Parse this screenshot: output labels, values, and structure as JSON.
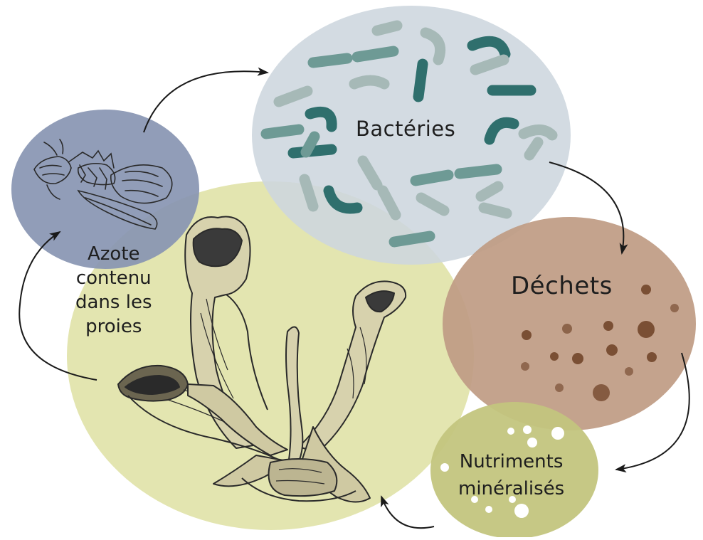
{
  "labels": {
    "bacteries": "Bactéries",
    "dechets": "Déchets",
    "azote": [
      "Azote",
      "contenu",
      "dans les",
      "proies"
    ],
    "nutriments": [
      "Nutriments",
      "minéralisés"
    ]
  },
  "colors": {
    "plant_circle": "#e3e5b0",
    "prey_circle": "#8d9ab4",
    "bacteria_circle": "#d0d7df",
    "bacteria_dark": "#2f6f6d",
    "bacteria_mid": "#6e9a95",
    "bacteria_light": "#a6b9b7",
    "waste_circle": "#c4a28b",
    "waste_dots": "#7a4f34",
    "nutrient_circle": "#c4c680",
    "nutrient_dots": "#ffffff",
    "arrow": "#1a1a1a"
  }
}
